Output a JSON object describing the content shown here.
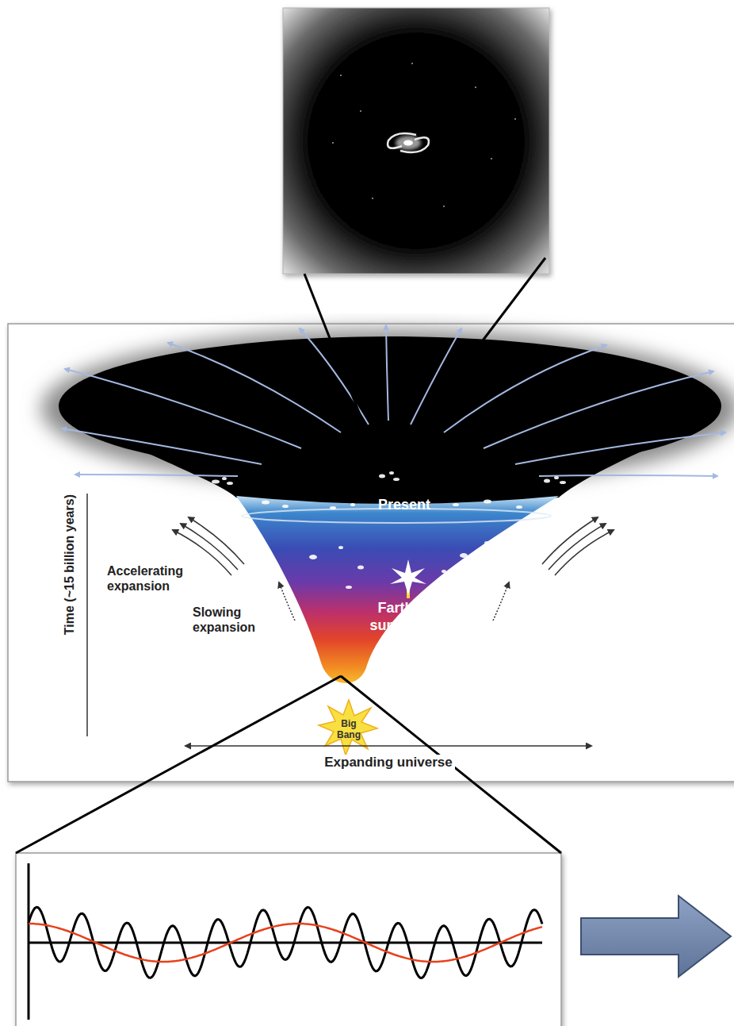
{
  "diagram": {
    "labels": [
      "Present",
      "Accelerating expansion",
      "Slowing expansion",
      "Farthest supernova",
      "Big Bang",
      "Expanding universe",
      "Time (~15 billion years)"
    ]
  }
}
